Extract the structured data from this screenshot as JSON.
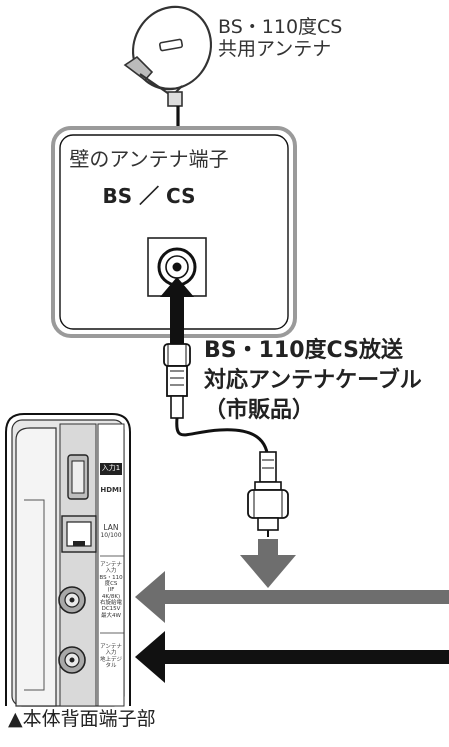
{
  "antenna": {
    "label_line1": "BS・110度CS",
    "label_line2": "共用アンテナ"
  },
  "wall_outlet": {
    "title": "壁のアンテナ端子",
    "subtitle": "BS ／ CS"
  },
  "cable": {
    "label_line1": "BS・110度CS放送",
    "label_line2": "対応アンテナケーブル",
    "label_line3": "（市販品）"
  },
  "panel": {
    "input_label": "入力1",
    "hdmi_label": "HDMI",
    "lan_label": "LAN",
    "lan_sub": "10/100",
    "bs_line1": "アンテナ入力",
    "bs_line2": "BS・110度CS",
    "bs_line3": "(IF 4K/8K)",
    "power_line1": "右旋給電",
    "power_line2": "DC15V",
    "power_line3": "最大4W",
    "digital_line1": "アンテナ入力",
    "digital_line2": "地上デジタル"
  },
  "caption": "▲本体背面端子部",
  "colors": {
    "arrow_gray": "#6e6e6e",
    "arrow_black": "#111111",
    "box_border": "#9a9a9a",
    "panel_gray": "#d9d9d9"
  }
}
